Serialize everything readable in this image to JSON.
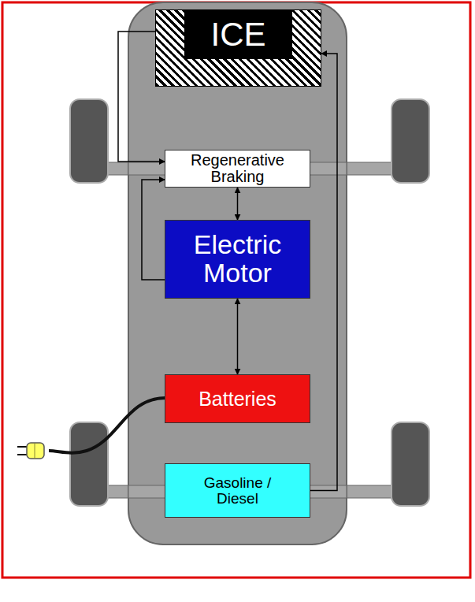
{
  "diagram": {
    "nodes": [
      {
        "text": [
          "ICE"
        ]
      },
      {
        "text": [
          "Regenerative Braking"
        ]
      },
      {
        "text": [
          "Electric Motor"
        ]
      },
      {
        "text": [
          "Batteries"
        ]
      },
      {
        "text": [
          "Gasoline / Diesel"
        ]
      }
    ],
    "edges": [
      {
        "from": 1,
        "to": 2,
        "arrow": "both"
      },
      {
        "from": 2,
        "to": 3,
        "arrow": "both"
      },
      {
        "from": 0,
        "to": 1,
        "arrow": "to"
      },
      {
        "from": 2,
        "to": 1,
        "arrow": "to"
      },
      {
        "from": 4,
        "to": 0,
        "arrow": "to"
      }
    ]
  }
}
